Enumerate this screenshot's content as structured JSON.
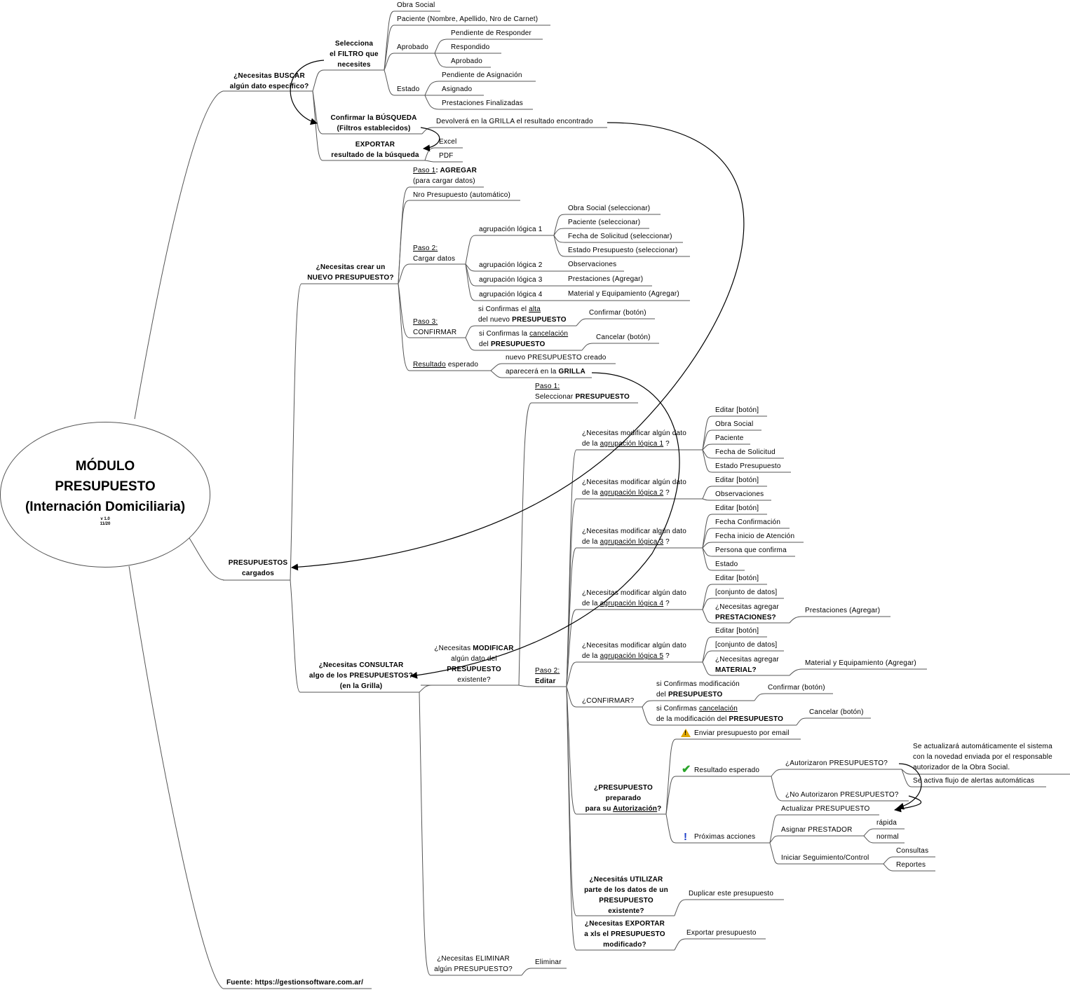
{
  "root": {
    "title_lines": [
      "MÓDULO",
      "PRESUPUESTO",
      "(Internación Domiciliaria)"
    ],
    "version": "v 1.0",
    "date": "11/20"
  },
  "branches": {
    "buscar": {
      "q": [
        "¿Necesitas BUSCAR",
        "algún dato específico?"
      ],
      "filtro": [
        "Selecciona",
        "el FILTRO que",
        "necesites"
      ],
      "obra_social": "Obra Social",
      "paciente": "Paciente (Nombre, Apellido, Nro de Carnet)",
      "aprobado": "Aprobado",
      "aprobado_items": [
        "Pendiente de Responder",
        "Respondido",
        "Aprobado"
      ],
      "estado": "Estado",
      "estado_items": [
        "Pendiente de Asignación",
        "Asignado",
        "Prestaciones Finalizadas"
      ],
      "confirmar": [
        "Confirmar la BÚSQUEDA",
        "(Filtros establecidos)"
      ],
      "devolvera": "Devolverá en la GRILLA el resultado encontrado",
      "exportar": [
        "EXPORTAR",
        "resultado de la búsqueda"
      ],
      "excel": "Excel",
      "pdf": "PDF"
    },
    "nuevo": {
      "q": [
        "¿Necesitas crear un",
        "NUEVO PRESUPUESTO?"
      ],
      "paso1_a": "Paso 1",
      "paso1_b": ": AGREGAR",
      "paso1_c": "(para cargar datos)",
      "nro": "Nro Presupuesto (automático)",
      "paso2_a": "Paso 2:",
      "paso2_b": "Cargar datos",
      "agr1": "agrupación lógica 1",
      "agr1_items": [
        "Obra Social (seleccionar)",
        "Paciente (seleccionar)",
        "Fecha de Solicitud (seleccionar)",
        "Estado Presupuesto (seleccionar)"
      ],
      "agr2": "agrupación lógica 2",
      "agr2_item": "Observaciones",
      "agr3": "agrupación lógica 3",
      "agr3_item": "Prestaciones (Agregar)",
      "agr4": "agrupación lógica 4",
      "agr4_item": "Material y Equipamiento (Agregar)",
      "paso3_a": "Paso 3:",
      "paso3_b": "CONFIRMAR",
      "si_alta_1a": "si Confirmas el ",
      "si_alta_1b": "alta",
      "si_alta_2a": "del nuevo ",
      "si_alta_2b": "PRESUPUESTO",
      "confirmar_boton": "Confirmar (botón)",
      "si_canc_1a": "si Confirmas la ",
      "si_canc_1b": "cancelación",
      "si_canc_2a": "del ",
      "si_canc_2b": "PRESUPUESTO",
      "cancelar_boton": "Cancelar (botón)",
      "resultado_a": "Resultado",
      "resultado_b": " esperado",
      "nuevo_creado": "nuevo PRESUPUESTO creado",
      "aparecera_a": "aparecerá en la ",
      "aparecera_b": "GRILLA"
    },
    "cargados": [
      "PRESUPUESTOS",
      "cargados"
    ],
    "consultar": {
      "q": [
        "¿Necesitas CONSULTAR",
        "algo de los PRESUPUESTOS?",
        "(en la Grilla)"
      ],
      "modificar_a": "¿Necesitas ",
      "modificar_b": "MODIFICAR",
      "modificar_2": "algún dato del",
      "modificar_3": "PRESUPUESTO",
      "modificar_4": "existente?",
      "paso1_a": "Paso 1:",
      "paso1_b": "Seleccionar ",
      "paso1_c": "PRESUPUESTO",
      "paso2_a": "Paso 2:",
      "paso2_b": "Editar",
      "mod_prefix": "¿Necesitas modificar algún dato",
      "de_la": "de la ",
      "agr_labels": [
        "agrupación lógica 1",
        "agrupación lógica 2",
        "agrupación lógica 3",
        "agrupación lógica 4",
        "agrupación lógica 5"
      ],
      "q_suffix": " ?",
      "g1_items": [
        "Editar [botón]",
        "Obra Social",
        "Paciente",
        "Fecha de Solicitud",
        "Estado Presupuesto"
      ],
      "g2_items": [
        "Editar [botón]",
        "Observaciones"
      ],
      "g3_items": [
        "Editar [botón]",
        "Fecha Confirmación",
        "Fecha inicio de Atención",
        "Persona que confirma",
        "Estado"
      ],
      "g4_items": [
        "Editar [botón]",
        "[conjunto de datos]"
      ],
      "g4_agregar_1": "¿Necesitas agregar",
      "g4_agregar_2": "PRESTACIONES?",
      "g4_prest": "Prestaciones (Agregar)",
      "g5_items": [
        "Editar [botón]",
        "[conjunto de datos]"
      ],
      "g5_agregar_1": "¿Necesitas agregar",
      "g5_agregar_2": "MATERIAL?",
      "g5_mat": "Material y Equipamiento (Agregar)",
      "confirmar_q": "¿CONFIRMAR?",
      "si_mod_1": "si Confirmas modificación",
      "si_mod_2a": "del ",
      "si_mod_2b": "PRESUPUESTO",
      "confirmar_boton": "Confirmar (botón)",
      "si_canc_1a": "si Confirmas ",
      "si_canc_1b": "cancelación",
      "si_canc_2a": "de la modificación del ",
      "si_canc_2b": "PRESUPUESTO",
      "cancelar_boton": "Cancelar (botón)",
      "aut_q_1": "¿PRESUPUESTO",
      "aut_q_2": "preparado",
      "aut_q_3a": "para su ",
      "aut_q_3b": "Autorización",
      "aut_q_3c": "?",
      "enviar": "Enviar presupuesto por email",
      "resultado": "Resultado esperado",
      "autorizaron": "¿Autorizaron PRESUPUESTO?",
      "no_autorizaron": "¿No Autorizaron PRESUPUESTO?",
      "se_actualizara": [
        "Se actualizará automáticamente el sistema",
        "con la novedad enviada por el responsable",
        "autorizador de la Obra Social."
      ],
      "alertas": "Se activa flujo de alertas automáticas",
      "proximas": "Próximas acciones",
      "actualizar": "Actualizar PRESUPUESTO",
      "asignar": "Asignar PRESTADOR",
      "rapida": "rápida",
      "normal": "normal",
      "seguimiento": "Iniciar Seguimiento/Control",
      "consultas": "Consultas",
      "reportes": "Reportes",
      "utilizar": [
        "¿Necesitás UTILIZAR",
        "parte de los datos de un",
        "PRESUPUESTO",
        "existente?"
      ],
      "duplicar": "Duplicar este presupuesto",
      "exportar_q": [
        "¿Necesitas EXPORTAR",
        "a xls el PRESUPUESTO",
        "modificado?"
      ],
      "exportar": "Exportar presupuesto",
      "eliminar_q": [
        "¿Necesitas ELIMINAR",
        "algún PRESUPUESTO?"
      ],
      "eliminar": "Eliminar"
    },
    "fuente": "Fuente: https://gestionsoftware.com.ar/"
  },
  "icons": {
    "warning": "warning-icon",
    "check": "check-icon",
    "exclamation": "exclamation-icon"
  }
}
